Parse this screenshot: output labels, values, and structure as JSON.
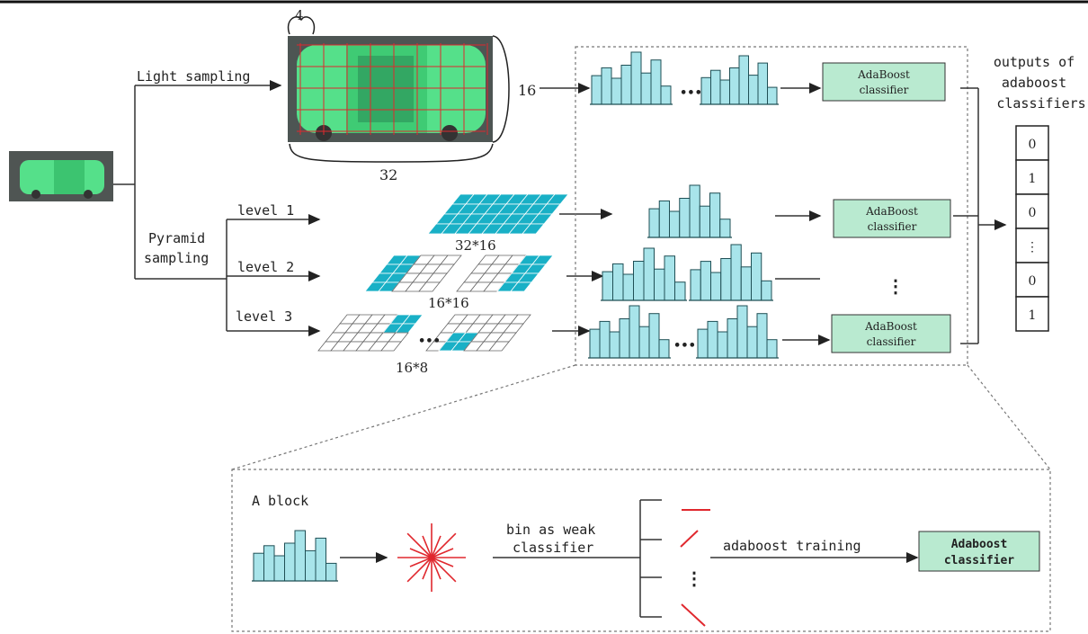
{
  "top": {
    "light_sampling": "Light sampling",
    "pyramid_sampling_line1": "Pyramid",
    "pyramid_sampling_line2": "sampling",
    "level1": "level 1",
    "level2": "level 2",
    "level3": "level 3",
    "dim_4": "4",
    "dim_32": "32",
    "dim_16": "16",
    "grid_32x16": "32*16",
    "grid_16x16": "16*16",
    "grid_16x8": "16*8",
    "ellipsis": "•••",
    "outputs_line1": "outputs of",
    "outputs_line2": "adaboost",
    "outputs_line3": "classifiers",
    "outputs": [
      "0",
      "1",
      "0",
      "⋮",
      "0",
      "1"
    ],
    "classifier_line1": "AdaBoost",
    "classifier_line2": "classifier",
    "vdots": "⋮"
  },
  "bottom": {
    "a_block": "A block",
    "bin_line1": "bin as weak",
    "bin_line2": "classifier",
    "adaboost_training": "adaboost training",
    "final_line1": "Adaboost",
    "final_line2": "classifier",
    "vdots": "⋮"
  },
  "colors": {
    "hist_fill": "#a8e4ea",
    "grid_fill": "#19b0c6",
    "box_fill": "#b9ead0",
    "car_green": "#55e08a",
    "red": "#e0282e"
  }
}
